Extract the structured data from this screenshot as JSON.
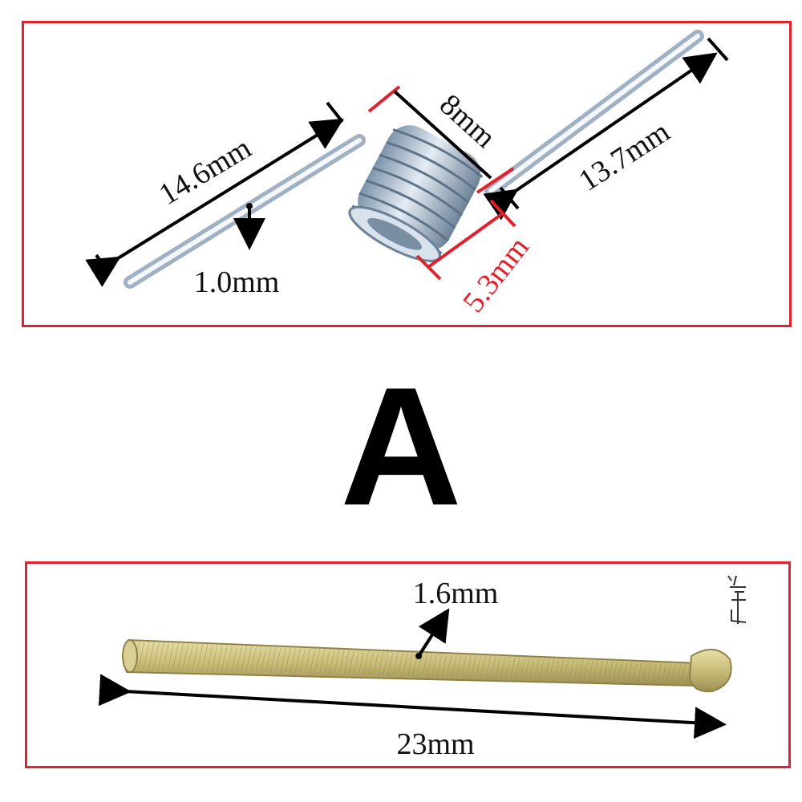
{
  "variant_label": "A",
  "torsion_spring": {
    "leg_left_length": "14.6mm",
    "wire_diameter": "1.0mm",
    "coil_length": "8mm",
    "leg_right_length": "13.7mm",
    "coil_diameter": "5.3mm"
  },
  "pin": {
    "diameter": "1.6mm",
    "length": "23mm"
  },
  "colors": {
    "frame_border": "#e0222f",
    "dimension_red": "#e0222f",
    "dimension_text": "#111111",
    "spring_steel": "#b9c9d8",
    "pin_brass": "#c9bd7a"
  }
}
